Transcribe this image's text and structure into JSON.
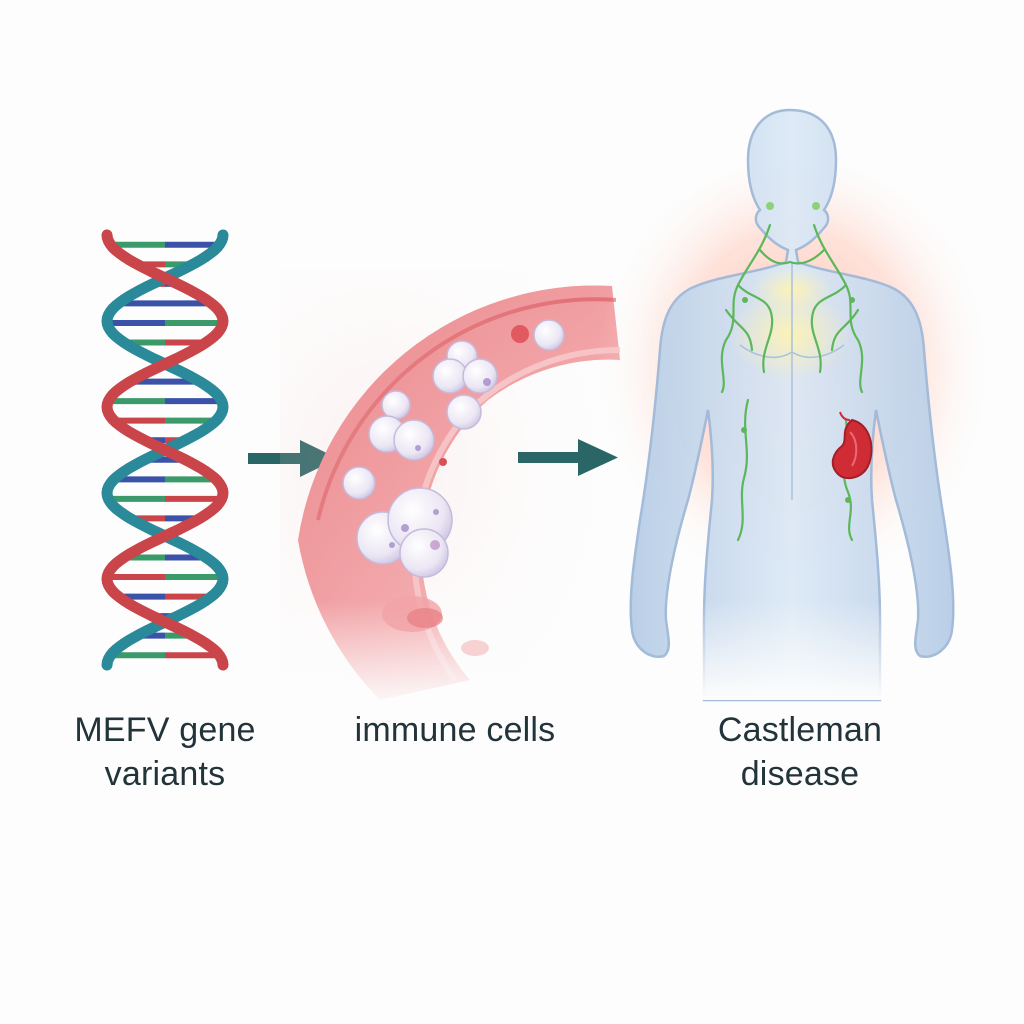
{
  "labels": {
    "gene": "MEFV gene\nvariants",
    "gene_line1": "MEFV gene",
    "gene_line2": "variants",
    "cells": "immune cells",
    "disease_line1": "Castleman",
    "disease_line2": "disease"
  },
  "colors": {
    "arrow": "#2b6666",
    "dna_strand_red": "#c9454a",
    "dna_strand_teal": "#2a8a9a",
    "dna_rung_blue": "#3a52a8",
    "dna_rung_green": "#3b9a6a",
    "vessel_red": "#e2747a",
    "cell_lavender": "#ebe6f4",
    "body_blue": "#c9dbee",
    "lymph_green": "#5cb75a",
    "spleen_red": "#cf2c36",
    "inflammation_glow": "#ff8a6a",
    "label_text": "#22333a"
  },
  "icons": [
    "dna-helix-icon",
    "arrow-right-icon",
    "blood-vessel-icon",
    "immune-cell-icon",
    "human-body-icon",
    "spleen-icon",
    "lymph-vessel-icon"
  ]
}
